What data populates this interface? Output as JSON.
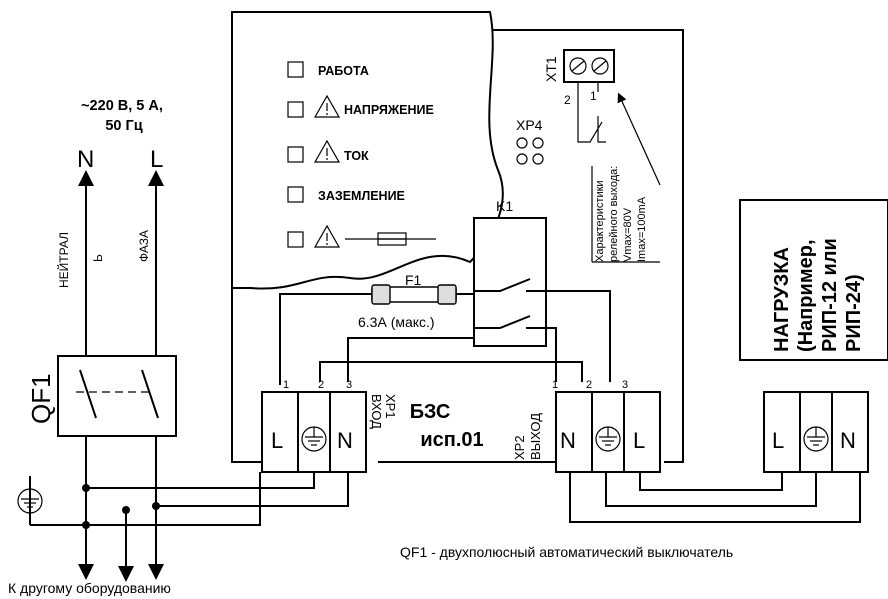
{
  "supply": {
    "spec_line1": "~220 В, 5 А,",
    "spec_line2": "50 Гц",
    "n_label": "N",
    "l_label": "L",
    "neutral": "НЕЙТРАЛ",
    "phase": "ФАЗА",
    "neutral_mark": "Ь"
  },
  "breaker": {
    "label": "QF1"
  },
  "indicators": [
    {
      "text": "РАБОТА",
      "warn": false
    },
    {
      "text": "НАПРЯЖЕНИЕ",
      "warn": true
    },
    {
      "text": "ТОК",
      "warn": true
    },
    {
      "text": "ЗАЗЕМЛЕНИЕ",
      "warn": false
    },
    {
      "text": "",
      "warn": true,
      "fuse": true
    }
  ],
  "device": {
    "name_line1": "БЗС",
    "name_line2": "исп.01"
  },
  "xt1": {
    "label": "XT1",
    "pin1": "1",
    "pin2": "2"
  },
  "xp4": {
    "label": "XP4"
  },
  "relay_note": {
    "line1": "Характеристики",
    "line2": "релейного выхода:",
    "line3": "Vmax=80V",
    "line4": "Imax=100mA"
  },
  "k1": {
    "label": "K1"
  },
  "fuse": {
    "label": "F1",
    "rating": "6.3А (макс.)"
  },
  "xp1": {
    "label": "XP1",
    "sub": "ВХОД",
    "pins": [
      "1",
      "2",
      "3"
    ],
    "terminals": [
      "L",
      "N"
    ]
  },
  "xp2": {
    "label": "XP2",
    "sub": "ВЫХОД",
    "pins": [
      "1",
      "2",
      "3"
    ],
    "terminals": [
      "N",
      "L"
    ]
  },
  "load": {
    "line1": "НАГРУЗКА",
    "line2": "(Например,",
    "line3": "РИП-12 или",
    "line4": "РИП-24)",
    "terminals": [
      "L",
      "N"
    ]
  },
  "footer": {
    "to_equipment": "К другому оборудованию",
    "qf1_note": "QF1 - двухполюсный автоматический выключатель"
  }
}
